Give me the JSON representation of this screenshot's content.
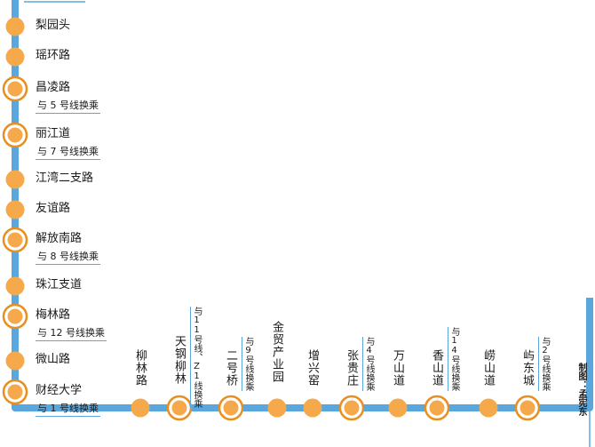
{
  "line_color": "#5aa7dd",
  "station_color": "#f6a94a",
  "station_ring_color": "#e8901f",
  "credit": "制图：孟宪东",
  "vertical_stations": [
    {
      "name": "梨园头",
      "transfer": ""
    },
    {
      "name": "瑶环路",
      "transfer": ""
    },
    {
      "name": "昌凌路",
      "transfer": "与 5 号线换乘"
    },
    {
      "name": "丽江道",
      "transfer": "与 7 号线换乘"
    },
    {
      "name": "江湾二支路",
      "transfer": ""
    },
    {
      "name": "友谊路",
      "transfer": ""
    },
    {
      "name": "解放南路",
      "transfer": "与 8 号线换乘"
    },
    {
      "name": "珠江支道",
      "transfer": ""
    },
    {
      "name": "梅林路",
      "transfer": "与 12 号线换乘"
    },
    {
      "name": "微山路",
      "transfer": ""
    },
    {
      "name": "财经大学",
      "transfer": "与 1 号线换乘"
    }
  ],
  "horizontal_stations": [
    {
      "name": "柳林路",
      "transfer": ""
    },
    {
      "name": "天钢柳林",
      "transfer": "与11号线、Z1线换乘"
    },
    {
      "name": "二号桥",
      "transfer": "与9号线换乘"
    },
    {
      "name": "金贸产业园",
      "transfer": ""
    },
    {
      "name": "增兴窑",
      "transfer": ""
    },
    {
      "name": "张贵庄",
      "transfer": "与4号线换乘"
    },
    {
      "name": "万山道",
      "transfer": ""
    },
    {
      "name": "香山道",
      "transfer": "与14号线换乘"
    },
    {
      "name": "崂山道",
      "transfer": ""
    },
    {
      "name": "屿东城",
      "transfer": "与2号线换乘"
    }
  ]
}
